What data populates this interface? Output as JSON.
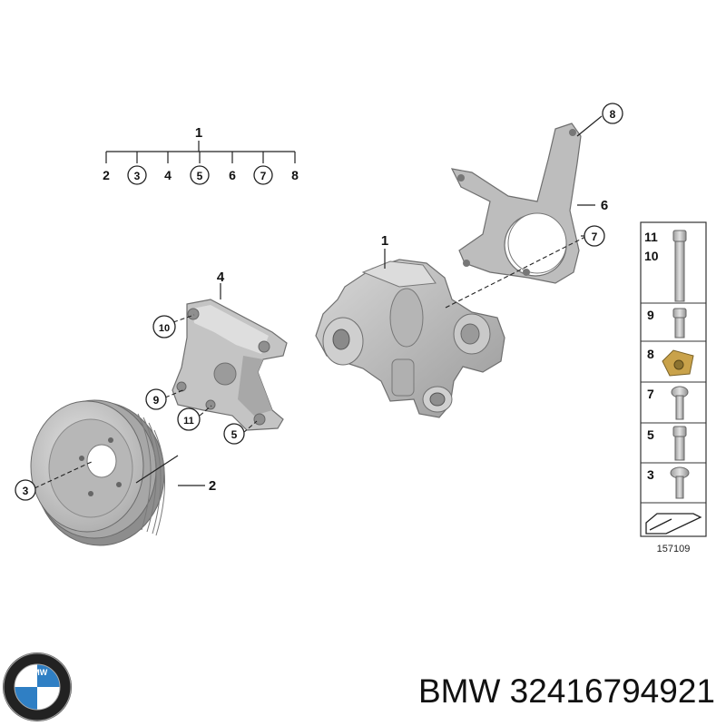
{
  "diagram": {
    "tree_parent": "1",
    "tree_children": [
      {
        "label": "2",
        "circled": false
      },
      {
        "label": "3",
        "circled": true
      },
      {
        "label": "4",
        "circled": false
      },
      {
        "label": "5",
        "circled": true
      },
      {
        "label": "6",
        "circled": false
      },
      {
        "label": "7",
        "circled": true
      },
      {
        "label": "8",
        "circled": false
      }
    ],
    "callouts": {
      "pump": "1",
      "pulley": "2",
      "pulley_bolt": "3",
      "bracket": "4",
      "bracket_bolt": "5",
      "holder": "6",
      "holder_bolt": "7",
      "top_nut": "8",
      "bracket_bolt_9": "9",
      "bracket_bolt_10": "10",
      "bracket_bolt_11": "11"
    },
    "legend_rows": [
      "11\n10",
      "9",
      "8",
      "7",
      "5",
      "3"
    ],
    "legend_row_11": "11",
    "legend_row_10": "10",
    "legend_row_9": "9",
    "legend_row_8": "8",
    "legend_row_7": "7",
    "legend_row_5": "5",
    "legend_row_3": "3",
    "diagram_number": "157109"
  },
  "caption": {
    "text": "BMW 32416794921"
  },
  "logo": {
    "text": "BMW"
  },
  "colors": {
    "metal_light": "#d4d4d4",
    "metal_mid": "#b9b9b9",
    "metal_dark": "#8c8c8c",
    "bmw_blue": "#2f7fc4"
  }
}
